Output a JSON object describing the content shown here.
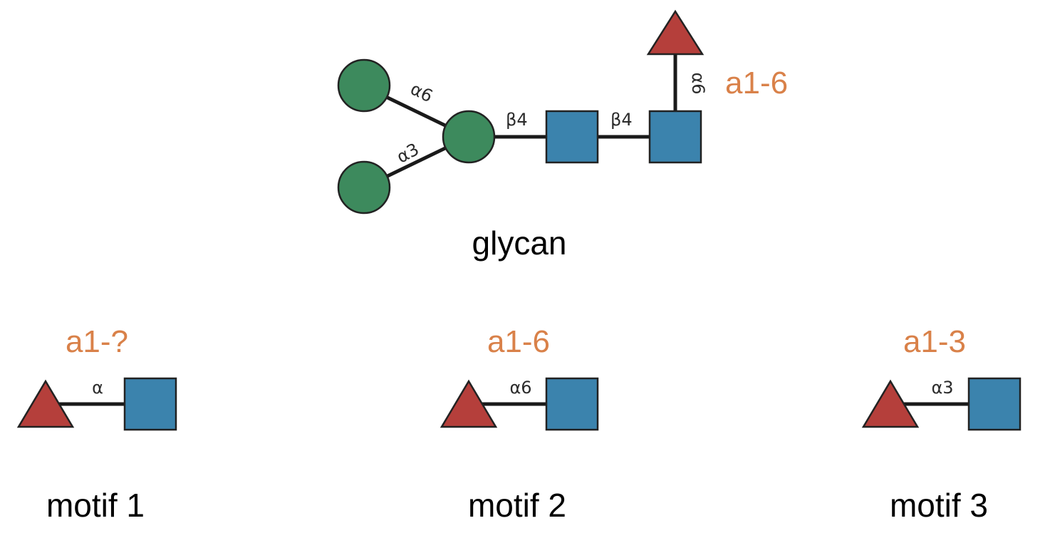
{
  "colors": {
    "mannose_circle": "#3d8a5d",
    "glcnac_square": "#3b83ad",
    "fucose_triangle": "#b53f3b",
    "linkage_highlight": "#d98149"
  },
  "glycan": {
    "caption": "glycan",
    "highlight_linkage": "a1-6",
    "linkages": {
      "upper_mannose": "α6",
      "lower_mannose": "α3",
      "mannose_to_glcnac": "β4",
      "glcnac_to_glcnac": "β4",
      "fucose": "α6"
    }
  },
  "motifs": [
    {
      "caption": "motif 1",
      "highlight_linkage": "a1-?",
      "linkage": "α"
    },
    {
      "caption": "motif 2",
      "highlight_linkage": "a1-6",
      "linkage": "α6"
    },
    {
      "caption": "motif 3",
      "highlight_linkage": "a1-3",
      "linkage": "α3"
    }
  ]
}
